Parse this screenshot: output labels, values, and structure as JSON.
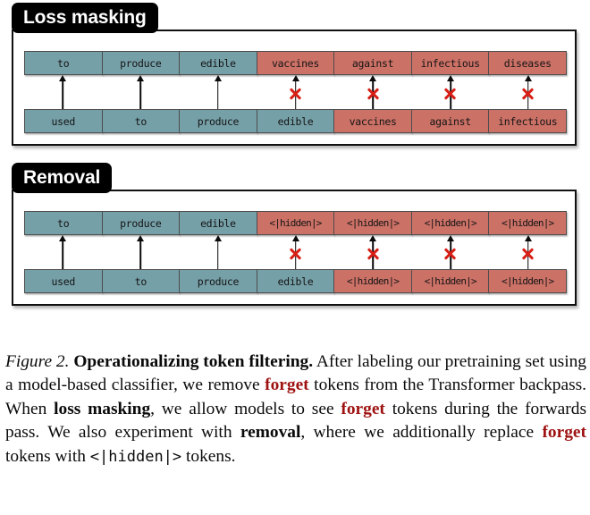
{
  "figure": {
    "panels": [
      {
        "tab_label": "Loss masking",
        "output_row": {
          "name": "output-tokens",
          "cells": [
            {
              "text": "to",
              "type": "keep"
            },
            {
              "text": "produce",
              "type": "keep"
            },
            {
              "text": "edible",
              "type": "keep"
            },
            {
              "text": "vaccines",
              "type": "forget"
            },
            {
              "text": "against",
              "type": "forget"
            },
            {
              "text": "infectious",
              "type": "forget"
            },
            {
              "text": "diseases",
              "type": "forget"
            }
          ]
        },
        "input_row": {
          "name": "input-tokens",
          "cells": [
            {
              "text": "used",
              "type": "keep"
            },
            {
              "text": "to",
              "type": "keep"
            },
            {
              "text": "produce",
              "type": "keep"
            },
            {
              "text": "edible",
              "type": "keep"
            },
            {
              "text": "vaccines",
              "type": "forget"
            },
            {
              "text": "against",
              "type": "forget"
            },
            {
              "text": "infectious",
              "type": "forget"
            }
          ]
        },
        "arrows": [
          {
            "crossed": false
          },
          {
            "crossed": false
          },
          {
            "crossed": false
          },
          {
            "crossed": true
          },
          {
            "crossed": true
          },
          {
            "crossed": true
          },
          {
            "crossed": true
          }
        ]
      },
      {
        "tab_label": "Removal",
        "output_row": {
          "name": "output-tokens",
          "cells": [
            {
              "text": "to",
              "type": "keep"
            },
            {
              "text": "produce",
              "type": "keep"
            },
            {
              "text": "edible",
              "type": "keep"
            },
            {
              "text": "<|hidden|>",
              "type": "forget"
            },
            {
              "text": "<|hidden|>",
              "type": "forget"
            },
            {
              "text": "<|hidden|>",
              "type": "forget"
            },
            {
              "text": "<|hidden|>",
              "type": "forget"
            }
          ]
        },
        "input_row": {
          "name": "input-tokens",
          "cells": [
            {
              "text": "used",
              "type": "keep"
            },
            {
              "text": "to",
              "type": "keep"
            },
            {
              "text": "produce",
              "type": "keep"
            },
            {
              "text": "edible",
              "type": "keep"
            },
            {
              "text": "<|hidden|>",
              "type": "forget"
            },
            {
              "text": "<|hidden|>",
              "type": "forget"
            },
            {
              "text": "<|hidden|>",
              "type": "forget"
            }
          ]
        },
        "arrows": [
          {
            "crossed": false
          },
          {
            "crossed": false
          },
          {
            "crossed": false
          },
          {
            "crossed": true
          },
          {
            "crossed": true
          },
          {
            "crossed": true
          },
          {
            "crossed": true
          }
        ]
      }
    ],
    "colors": {
      "keep_token": "#76a0a8",
      "forget_token": "#cc7166",
      "cross_mark": "#d81f16",
      "tab_background": "#000000",
      "forget_text": "#9e1212"
    }
  },
  "caption": {
    "figure_label": "Figure 2.",
    "title": "Operationalizing token filtering.",
    "parts": [
      {
        "text": " After labeling our pretraining set using a model-based classifier, we remove ",
        "style": "normal"
      },
      {
        "text": "forget",
        "style": "forget"
      },
      {
        "text": " tokens from the Transformer backpass. When ",
        "style": "normal"
      },
      {
        "text": "loss masking",
        "style": "bold"
      },
      {
        "text": ", we allow models to see ",
        "style": "normal"
      },
      {
        "text": "forget",
        "style": "forget"
      },
      {
        "text": " tokens during the forwards pass. We also experiment with ",
        "style": "normal"
      },
      {
        "text": "removal",
        "style": "bold"
      },
      {
        "text": ", where we additionally replace ",
        "style": "normal"
      },
      {
        "text": "forget",
        "style": "forget"
      },
      {
        "text": " tokens with ",
        "style": "normal"
      },
      {
        "text": "<|hidden|>",
        "style": "mono"
      },
      {
        "text": " tokens.",
        "style": "normal"
      }
    ]
  }
}
